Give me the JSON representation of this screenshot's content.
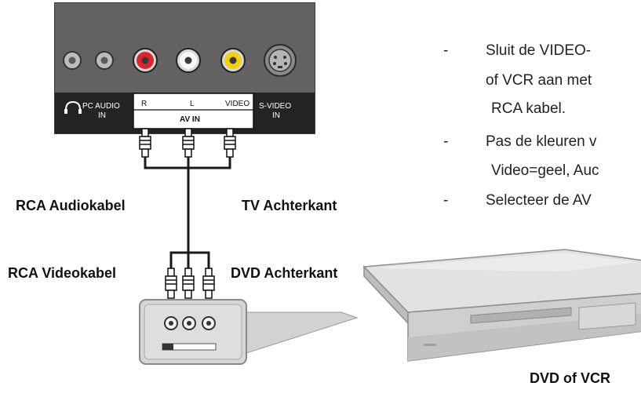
{
  "tv_panel": {
    "port_labels": {
      "pc_audio": "PC AUDIO",
      "pc_audio_in": "IN",
      "r": "R",
      "l": "L",
      "video": "VIDEO",
      "av_in": "AV IN",
      "svideo": "S-VIDEO",
      "svideo_in": "IN"
    },
    "jack_colors": {
      "grey": "#b9b9b9",
      "red": "#e0242b",
      "white": "#f4f4f4",
      "yellow": "#f2d20c"
    }
  },
  "labels": {
    "rca_audio": "RCA Audiokabel",
    "tv_back": "TV Achterkant",
    "rca_video": "RCA Videokabel",
    "dvd_back": "DVD Achterkant",
    "dvd_or_vcr": "DVD of VCR"
  },
  "instructions": [
    {
      "dash": "-",
      "lines": [
        "Sluit de VIDEO-",
        "of VCR aan met",
        "RCA kabel."
      ]
    },
    {
      "dash": "-",
      "lines": [
        "Pas de kleuren v",
        "Video=geel, Auc"
      ]
    },
    {
      "dash": "-",
      "lines": [
        "Selecteer de AV"
      ]
    }
  ]
}
